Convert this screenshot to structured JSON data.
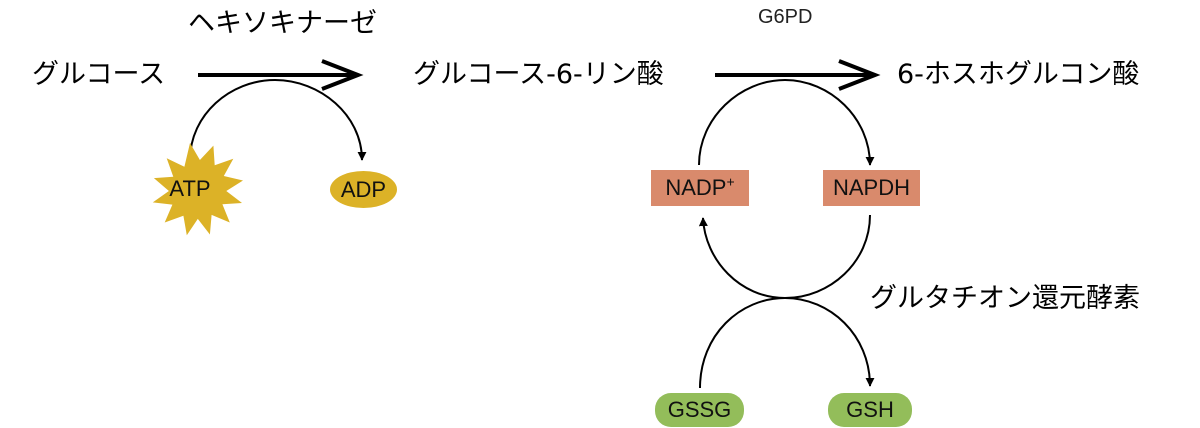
{
  "metabolites": {
    "glucose": "グルコース",
    "g6p": "グルコース-6-リン酸",
    "pg6": "6-ホスホグルコン酸"
  },
  "enzymes": {
    "hexokinase": "ヘキソキナーゼ",
    "g6pd": "G6PD",
    "glutathione_reductase": "グルタチオン還元酵素"
  },
  "cofactors": {
    "atp": "ATP",
    "adp": "ADP",
    "nadp_base": "NADP",
    "nadp_charge": "+",
    "napdh": "NAPDH",
    "gssg": "GSSG",
    "gsh": "GSH"
  },
  "colors": {
    "atp_fill": "#dcb227",
    "adp_fill": "#dcb227",
    "nadp_fill": "#d98a6c",
    "glutathione_fill": "#93bd5a",
    "stroke": "#000000"
  }
}
